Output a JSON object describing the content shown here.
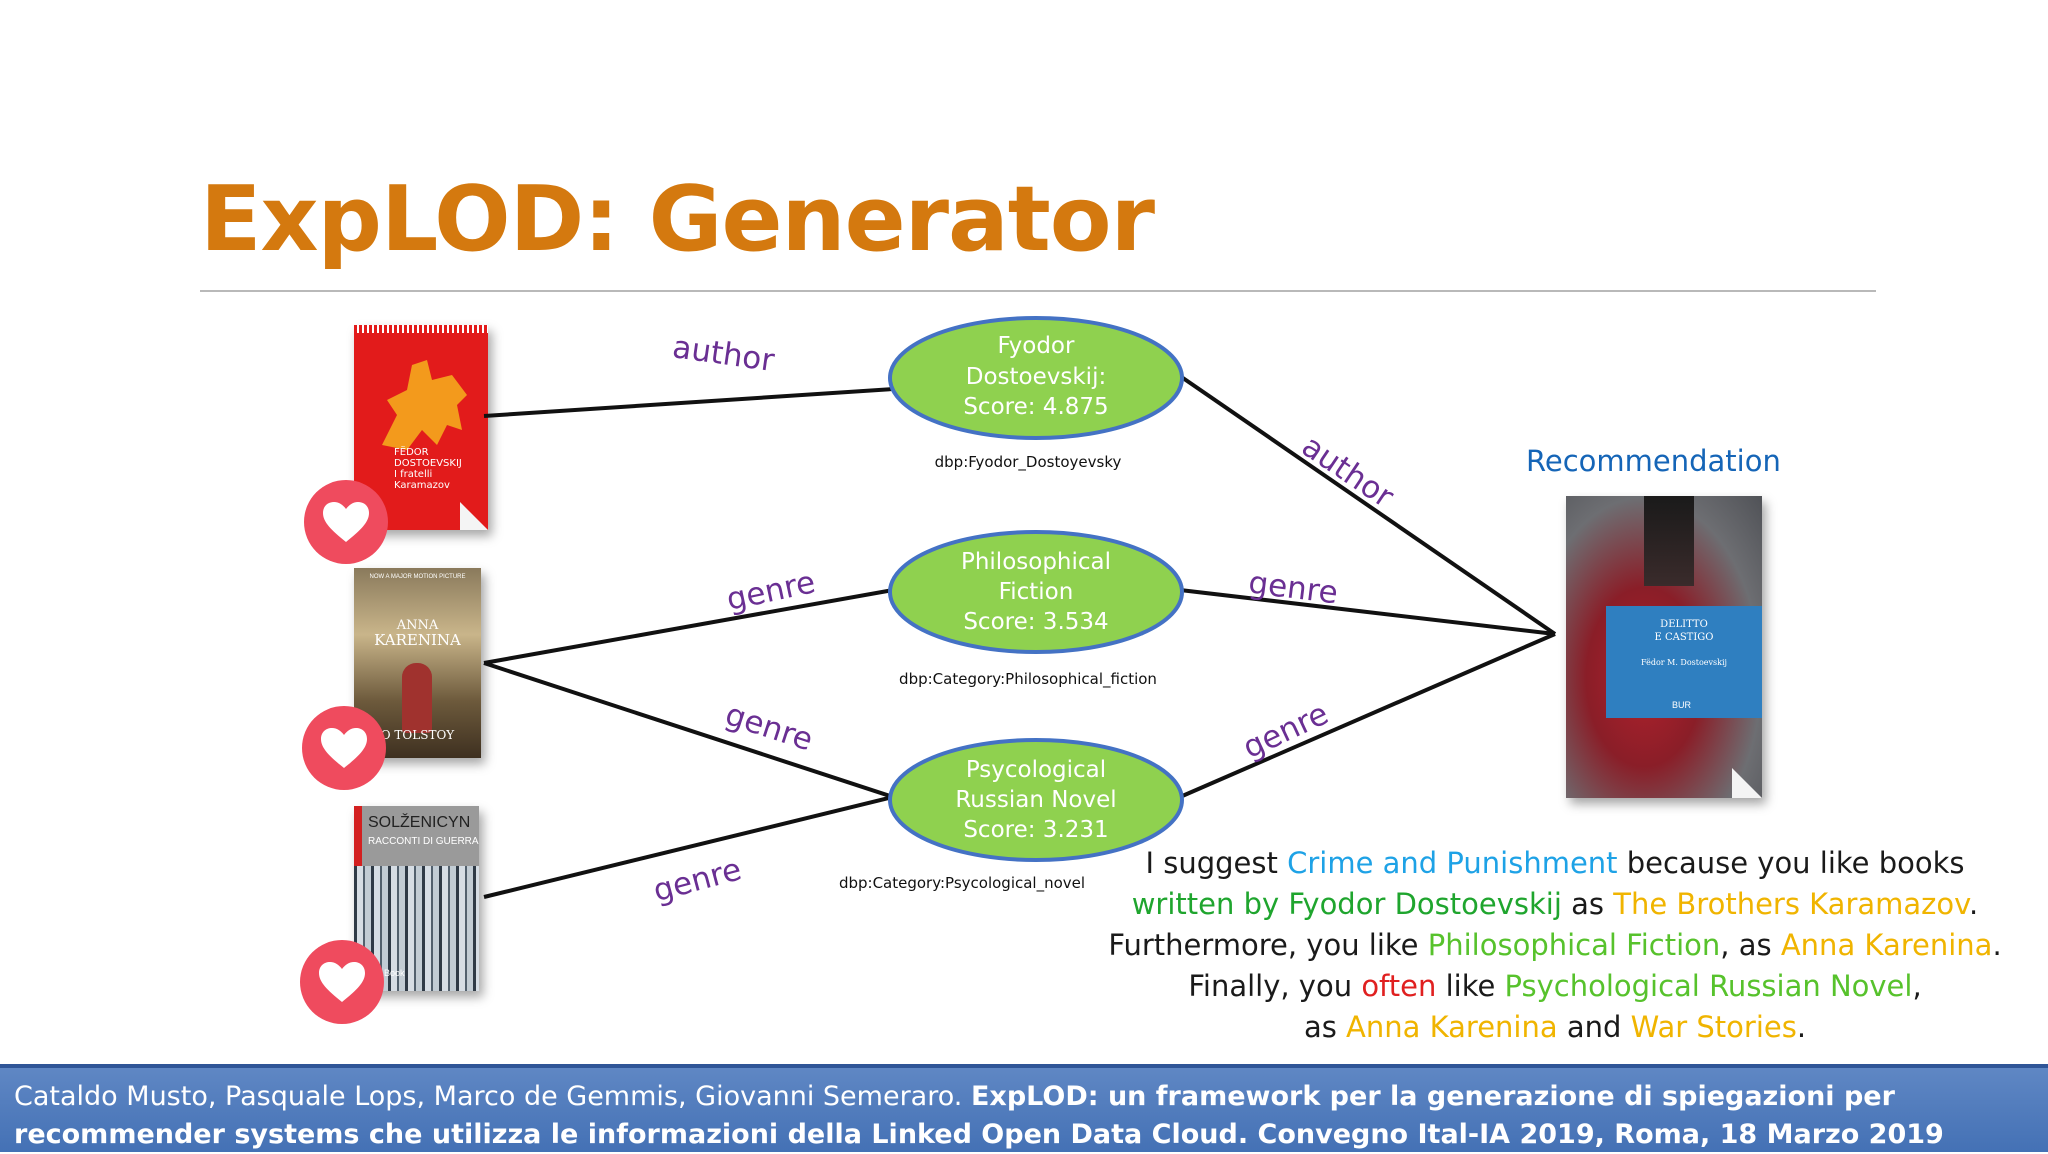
{
  "slide": {
    "title": "ExpLOD: Generator"
  },
  "diagram": {
    "nodes": [
      {
        "id": "dostoevskij",
        "lines": [
          "Fyodor",
          "Dostoevskij:",
          "Score: 4.875"
        ],
        "uri": "dbp:Fyodor_Dostoyevsky"
      },
      {
        "id": "philosophical",
        "lines": [
          "Philosophical",
          "Fiction",
          "Score: 3.534"
        ],
        "uri": "dbp:Category:Philosophical_fiction"
      },
      {
        "id": "psychological",
        "lines": [
          "Psycological",
          "Russian Novel",
          "Score: 3.231"
        ],
        "uri": "dbp:Category:Psycological_novel"
      }
    ],
    "edge_labels": {
      "book1_author": "author",
      "book2_genre_philosophical": "genre",
      "book2_genre_psychological": "genre",
      "book3_genre": "genre",
      "rec_author": "author",
      "rec_genre_philosophical": "genre",
      "rec_genre_psychological": "genre"
    },
    "recommendation_label": "Recommendation"
  },
  "books": {
    "karamazov": {
      "author_line1": "FËDOR",
      "author_line2": "DOSTOEVSKIJ",
      "title_line1": "I fratelli",
      "title_line2": "Karamazov"
    },
    "karenina": {
      "banner": "NOW A MAJOR MOTION PICTURE",
      "title_line1": "ANNA",
      "title_line2": "KARENINA",
      "author": "O TOLSTOY"
    },
    "solzhenitsyn": {
      "author": "SOLŽENICYN",
      "title": "RACCONTI DI GUERRA",
      "publisher": "Book"
    },
    "crime": {
      "title_line1": "DELITTO",
      "title_line2": "E CASTIGO",
      "author": "Fëdor M. Dostoevskij",
      "publisher": "BUR"
    }
  },
  "explanation": {
    "line1": {
      "a": "I suggest ",
      "b": "Crime and Punishment",
      "c": " because you like books"
    },
    "line2": {
      "a": "written by Fyodor Dostoevskij",
      "b": " as ",
      "c": "The Brothers Karamazov",
      "d": "."
    },
    "line3": {
      "a": "Furthermore, you like ",
      "b": "Philosophical Fiction",
      "c": ", as ",
      "d": "Anna Karenina",
      "e": "."
    },
    "line4": {
      "a": "Finally, you ",
      "b": "often",
      "c": " like ",
      "d": "Psychological Russian Novel",
      "e": ","
    },
    "line5": {
      "a": "as ",
      "b": "Anna Karenina",
      "c": " and ",
      "d": "War Stories",
      "e": "."
    }
  },
  "footer": {
    "authors": "Cataldo Musto, Pasquale Lops, Marco de Gemmis, Giovanni Semeraro. ",
    "title": "ExpLOD: un framework per la generazione di spiegazioni per recommender systems che utilizza le informazioni della Linked Open Data Cloud. Convegno Ital-IA 2019, Roma, 18 Marzo 2019"
  },
  "colors": {
    "title": "#d4790f",
    "node_fill": "#8fd14f",
    "node_stroke": "#4472c4",
    "edge_label": "#6a2f93",
    "recommendation": "#1565b7",
    "footer": "#4a76b8",
    "heart": "#ef4b5e"
  },
  "icons": [
    "heart-icon"
  ]
}
